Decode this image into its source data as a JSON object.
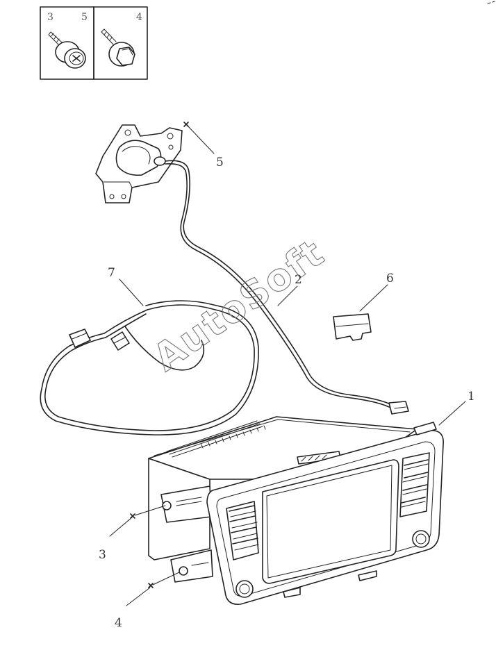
{
  "diagram": {
    "watermark": "AutoSoft",
    "fastener_legend": {
      "left_cell_numbers": [
        "3",
        "5"
      ],
      "right_cell_numbers": [
        "4"
      ],
      "left_icon": "tapping-screw-icon",
      "right_icon": "flange-bolt-icon"
    },
    "callouts": {
      "c1": "1",
      "c2": "2",
      "c3": "3",
      "c4": "4",
      "c5": "5",
      "c6": "6",
      "c7": "7"
    },
    "parts": [
      "head-unit-display",
      "antenna-cable",
      "mounting-screw",
      "mounting-bolt",
      "bracket-screw",
      "sd-card",
      "wiring-harness",
      "camera-bracket"
    ]
  }
}
